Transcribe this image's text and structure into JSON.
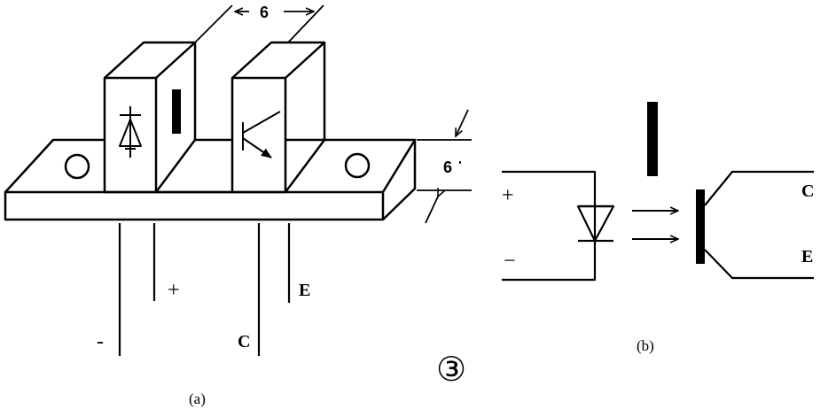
{
  "labels": {
    "dim_gap": "6",
    "dim_height": "6",
    "lead_plus": "+",
    "lead_minus": "-",
    "lead_c": "C",
    "lead_e": "E",
    "caption_a": "(a)",
    "caption_b": "(b)",
    "figure_number": "③",
    "schem_plus": "+",
    "schem_minus": "−",
    "schem_c": "C",
    "schem_e": "E"
  }
}
